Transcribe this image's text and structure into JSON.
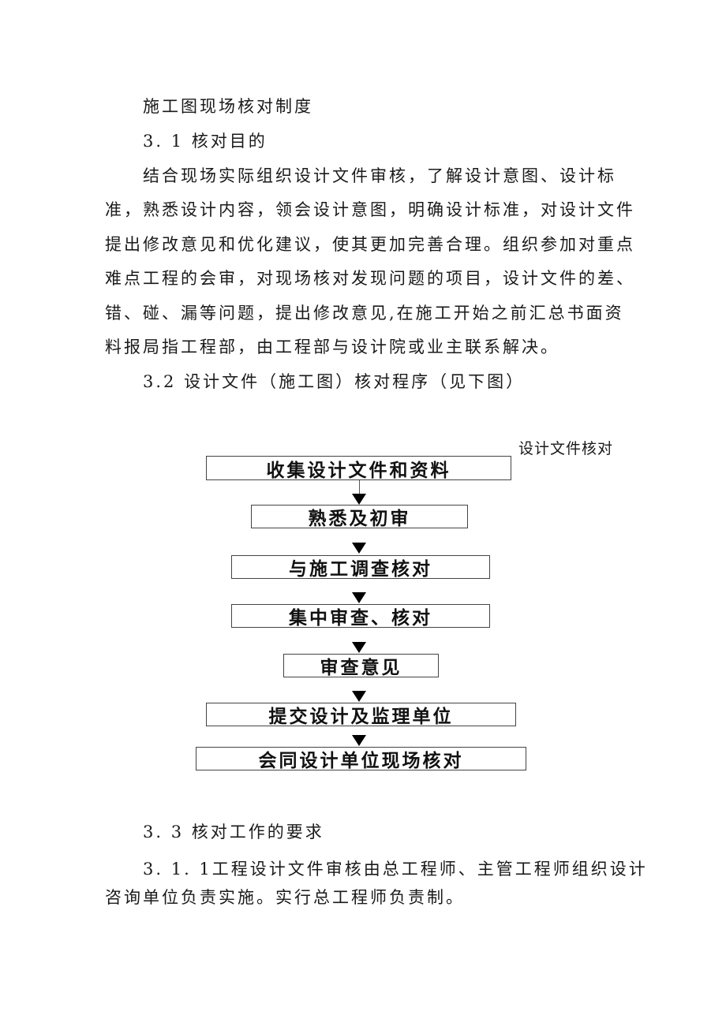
{
  "document": {
    "title": "施工图现场核对制度",
    "section_3_1": {
      "heading": "3. 1 核对目的",
      "paragraph_lines": [
        "结合现场实际组织设计文件审核，了解设计意图、设计标",
        "准，熟悉设计内容，领会设计意图，明确设计标准，对设计文件",
        "提出修改意见和优化建议，使其更加完善合理。组织参加对重点",
        "难点工程的会审，对现场核对发现问题的项目，设计文件的差、",
        "错、碰、漏等问题，提出修改意见,在施工开始之前汇总书面资",
        "料报局指工程部，由工程部与设计院或业主联系解决。"
      ]
    },
    "section_3_2": {
      "heading": "3.2 设计文件（施工图）核对程序（见下图）"
    },
    "flowchart": {
      "caption": "设计文件核对",
      "steps": [
        "收集设计文件和资料",
        "熟悉及初审",
        "与施工调查核对",
        "集中审查、核对",
        "审查意见",
        "提交设计及监理单位",
        "会同设计单位现场核对"
      ]
    },
    "section_3_3": {
      "heading": "3. 3 核对工作的要求",
      "paragraph_lines": [
        "3. 1. 1工程设计文件审核由总工程师、主管工程师组织设计",
        "咨询单位负责实施。实行总工程师负责制。"
      ]
    }
  }
}
